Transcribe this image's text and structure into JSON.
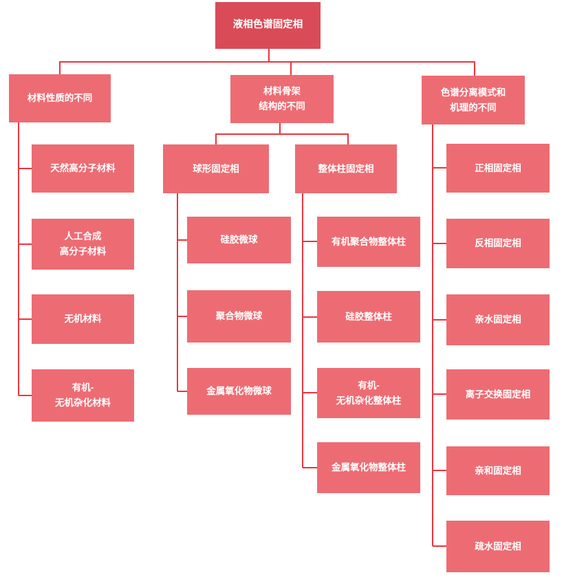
{
  "diagram": {
    "title": "液相色谱固定相",
    "colors": {
      "root_fill": "#D94B57",
      "node_fill": "#ED6C73",
      "line": "#E8353E",
      "text": "#FFFFFF"
    },
    "nodes": [
      {
        "id": "root",
        "kind": "root",
        "label": "液相色谱固定相"
      },
      {
        "id": "branch-material-nature",
        "kind": "branch",
        "label": "材料性质的不同"
      },
      {
        "id": "branch-material-skeleton",
        "kind": "branch",
        "label": "材料骨架\n结构的不同"
      },
      {
        "id": "branch-separation-mode",
        "kind": "branch",
        "label": "色谱分离模式和\n机理的不同"
      },
      {
        "id": "natural-polymer",
        "kind": "leaf",
        "label": "天然高分子材料"
      },
      {
        "id": "synthetic-polymer",
        "kind": "leaf",
        "label": "人工合成\n高分子材料"
      },
      {
        "id": "inorganic-material",
        "kind": "leaf",
        "label": "无机材料"
      },
      {
        "id": "organic-inorganic-hybrid",
        "kind": "leaf",
        "label": "有机-\n无机杂化材料"
      },
      {
        "id": "spherical-phase",
        "kind": "subbranch",
        "label": "球形固定相"
      },
      {
        "id": "monolithic-phase",
        "kind": "subbranch",
        "label": "整体柱固定相"
      },
      {
        "id": "silica-microsphere",
        "kind": "leaf",
        "label": "硅胶微球"
      },
      {
        "id": "polymer-microsphere",
        "kind": "leaf",
        "label": "聚合物微球"
      },
      {
        "id": "metal-oxide-microsphere",
        "kind": "leaf",
        "label": "金属氧化物微球"
      },
      {
        "id": "organic-polymer-monolith",
        "kind": "leaf",
        "label": "有机聚合物整体柱"
      },
      {
        "id": "silica-monolith",
        "kind": "leaf",
        "label": "硅胶整体柱"
      },
      {
        "id": "hybrid-monolith",
        "kind": "leaf",
        "label": "有机-\n无机杂化整体柱"
      },
      {
        "id": "metal-oxide-monolith",
        "kind": "leaf",
        "label": "金属氧化物整体柱"
      },
      {
        "id": "normal-phase",
        "kind": "leaf",
        "label": "正相固定相"
      },
      {
        "id": "reversed-phase",
        "kind": "leaf",
        "label": "反相固定相"
      },
      {
        "id": "hydrophilic-phase",
        "kind": "leaf",
        "label": "亲水固定相"
      },
      {
        "id": "ion-exchange-phase",
        "kind": "leaf",
        "label": "离子交换固定相"
      },
      {
        "id": "affinity-phase",
        "kind": "leaf",
        "label": "亲和固定相"
      },
      {
        "id": "hydrophobic-phase",
        "kind": "leaf",
        "label": "疏水固定相"
      }
    ]
  }
}
